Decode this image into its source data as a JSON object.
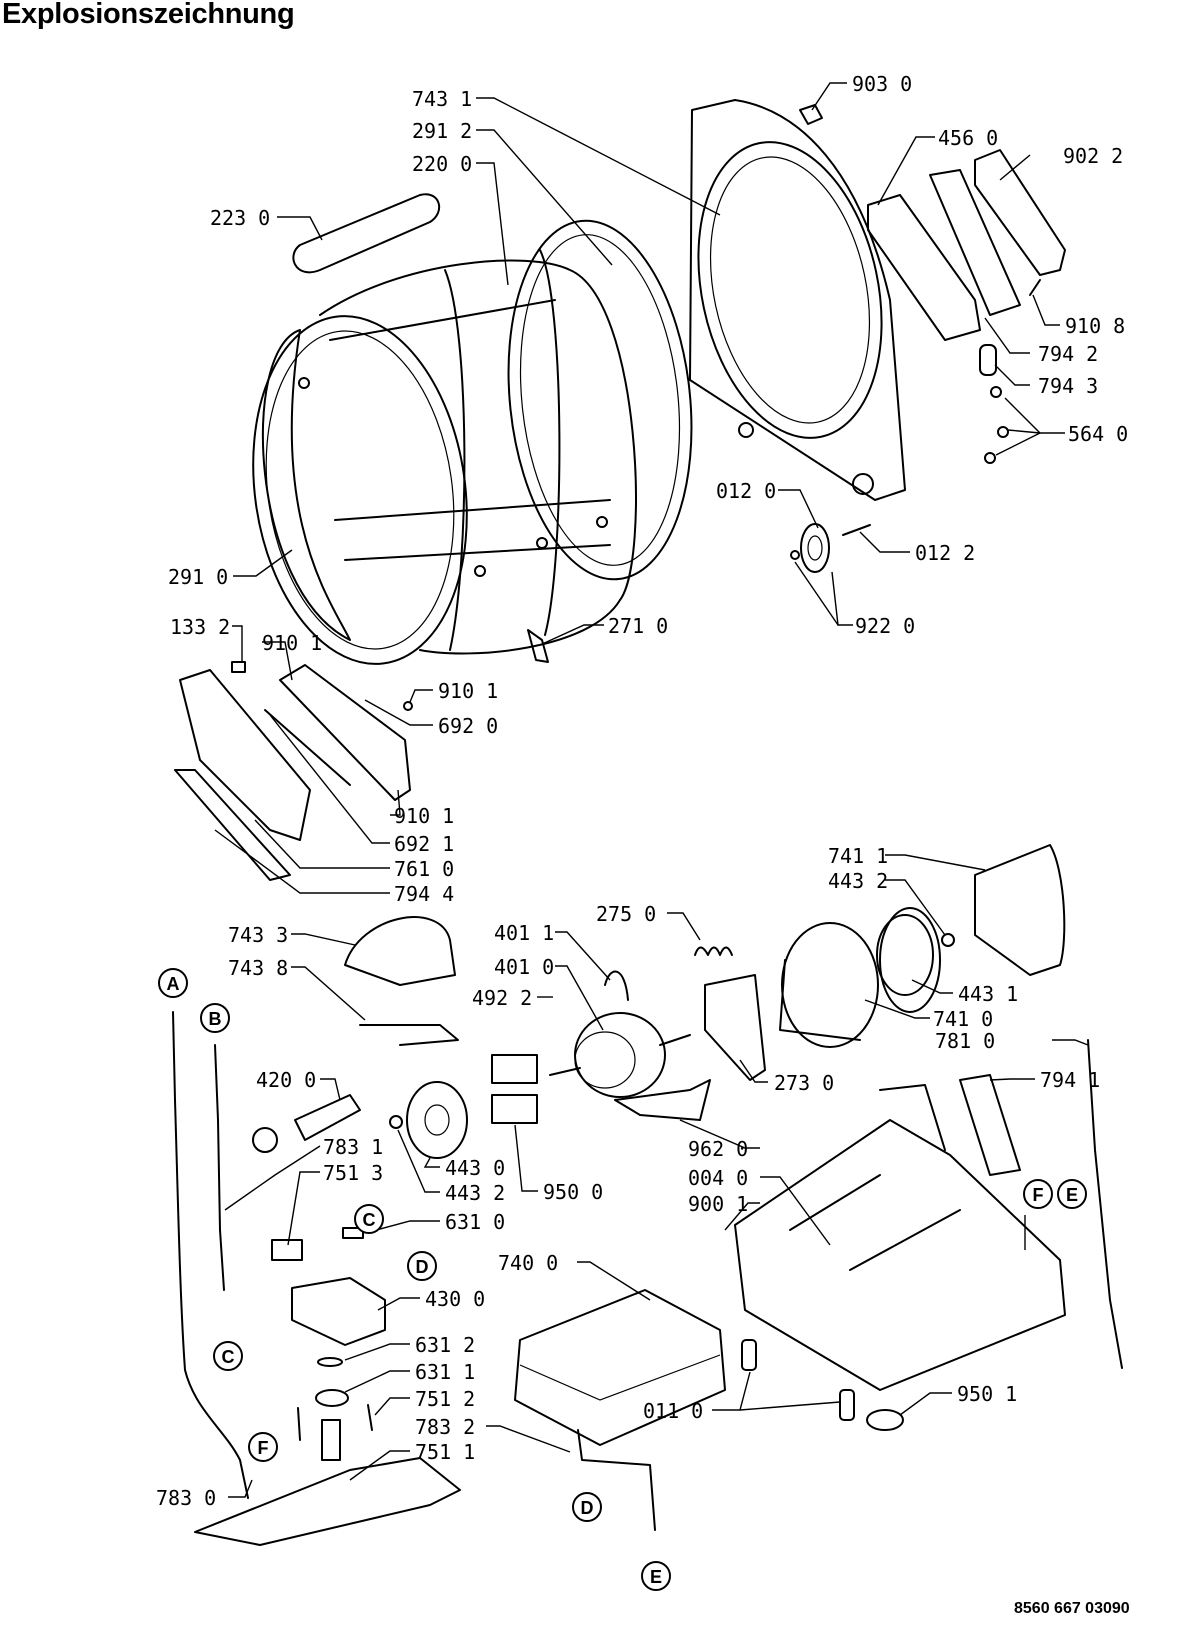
{
  "title": "Explosionszeichnung",
  "document_number": "8560 667 03090",
  "part_labels": [
    {
      "id": "743-1",
      "text": "743 1"
    },
    {
      "id": "291-2",
      "text": "291 2"
    },
    {
      "id": "220-0",
      "text": "220 0"
    },
    {
      "id": "223-0",
      "text": "223 0"
    },
    {
      "id": "291-0",
      "text": "291 0"
    },
    {
      "id": "271-0",
      "text": "271 0"
    },
    {
      "id": "903-0",
      "text": "903 0"
    },
    {
      "id": "456-0",
      "text": "456 0"
    },
    {
      "id": "902-2",
      "text": "902 2"
    },
    {
      "id": "910-8",
      "text": "910 8"
    },
    {
      "id": "794-2",
      "text": "794 2"
    },
    {
      "id": "794-3",
      "text": "794 3"
    },
    {
      "id": "564-0",
      "text": "564 0"
    },
    {
      "id": "012-0",
      "text": "012 0"
    },
    {
      "id": "012-2",
      "text": "012 2"
    },
    {
      "id": "922-0",
      "text": "922 0"
    },
    {
      "id": "133-2",
      "text": "133 2"
    },
    {
      "id": "910-1a",
      "text": "910 1"
    },
    {
      "id": "910-1b",
      "text": "910 1"
    },
    {
      "id": "692-0",
      "text": "692 0"
    },
    {
      "id": "910-1c",
      "text": "910 1"
    },
    {
      "id": "692-1",
      "text": "692 1"
    },
    {
      "id": "761-0",
      "text": "761 0"
    },
    {
      "id": "794-4",
      "text": "794 4"
    },
    {
      "id": "741-1",
      "text": "741 1"
    },
    {
      "id": "443-2a",
      "text": "443 2"
    },
    {
      "id": "275-0",
      "text": "275 0"
    },
    {
      "id": "743-3",
      "text": "743 3"
    },
    {
      "id": "401-1",
      "text": "401 1"
    },
    {
      "id": "743-8",
      "text": "743 8"
    },
    {
      "id": "401-0",
      "text": "401 0"
    },
    {
      "id": "492-2",
      "text": "492 2"
    },
    {
      "id": "443-1",
      "text": "443 1"
    },
    {
      "id": "741-0",
      "text": "741 0"
    },
    {
      "id": "781-0",
      "text": "781 0"
    },
    {
      "id": "420-0",
      "text": "420 0"
    },
    {
      "id": "273-0",
      "text": "273 0"
    },
    {
      "id": "794-1",
      "text": "794 1"
    },
    {
      "id": "783-1",
      "text": "783 1"
    },
    {
      "id": "751-3",
      "text": "751 3"
    },
    {
      "id": "443-0",
      "text": "443 0"
    },
    {
      "id": "443-2b",
      "text": "443 2"
    },
    {
      "id": "950-0",
      "text": "950 0"
    },
    {
      "id": "962-0",
      "text": "962 0"
    },
    {
      "id": "004-0",
      "text": "004 0"
    },
    {
      "id": "900-1",
      "text": "900 1"
    },
    {
      "id": "631-0",
      "text": "631 0"
    },
    {
      "id": "740-0",
      "text": "740 0"
    },
    {
      "id": "430-0",
      "text": "430 0"
    },
    {
      "id": "631-2",
      "text": "631 2"
    },
    {
      "id": "631-1",
      "text": "631 1"
    },
    {
      "id": "751-2",
      "text": "751 2"
    },
    {
      "id": "783-2",
      "text": "783 2"
    },
    {
      "id": "751-1",
      "text": "751 1"
    },
    {
      "id": "011-0",
      "text": "011 0"
    },
    {
      "id": "950-1",
      "text": "950 1"
    },
    {
      "id": "783-0",
      "text": "783 0"
    }
  ],
  "connection_markers": [
    {
      "id": "A-top",
      "text": "A"
    },
    {
      "id": "B-top",
      "text": "B"
    },
    {
      "id": "C-left",
      "text": "C"
    },
    {
      "id": "C-mid",
      "text": "C"
    },
    {
      "id": "D-mid",
      "text": "D"
    },
    {
      "id": "F-left",
      "text": "F"
    },
    {
      "id": "D-bottom",
      "text": "D"
    },
    {
      "id": "E-bottom",
      "text": "E"
    },
    {
      "id": "F-right",
      "text": "F"
    },
    {
      "id": "E-right",
      "text": "E"
    }
  ]
}
